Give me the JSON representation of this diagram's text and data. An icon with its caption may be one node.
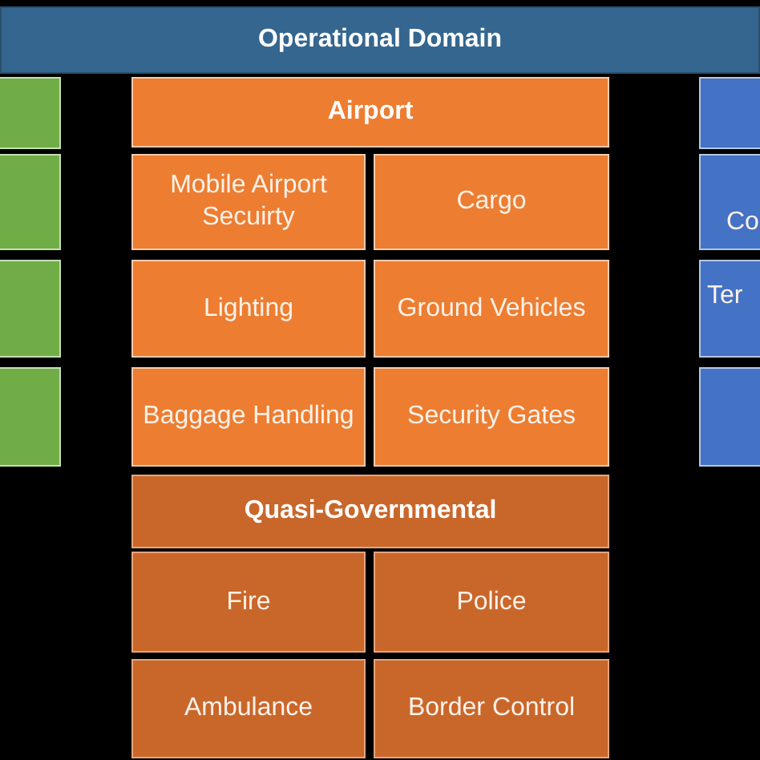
{
  "diagram": {
    "nodes": [
      {
        "text": [
          "Operational Domain"
        ]
      },
      {
        "text": [],
        "shape": "box"
      },
      {
        "text": [],
        "shape": "box"
      },
      {
        "text": [],
        "shape": "box"
      },
      {
        "text": [],
        "shape": "box"
      },
      {
        "text": [
          "Airport"
        ]
      },
      {
        "text": [
          "Mobile Airport Secuirty"
        ]
      },
      {
        "text": [
          "Cargo"
        ]
      },
      {
        "text": [
          "Lighting"
        ]
      },
      {
        "text": [
          "Ground Vehicles"
        ]
      },
      {
        "text": [
          "Baggage Handling"
        ]
      },
      {
        "text": [
          "Security Gates"
        ]
      },
      {
        "text": [
          "Quasi-Governmental"
        ]
      },
      {
        "text": [
          "Fire"
        ]
      },
      {
        "text": [
          "Police"
        ]
      },
      {
        "text": [
          "Ambulance"
        ]
      },
      {
        "text": [
          "Border Control"
        ]
      },
      {
        "text": [],
        "shape": "box"
      },
      {
        "text": [
          "Co"
        ]
      },
      {
        "text": [
          "Ter"
        ]
      },
      {
        "text": [],
        "shape": "box"
      }
    ]
  }
}
